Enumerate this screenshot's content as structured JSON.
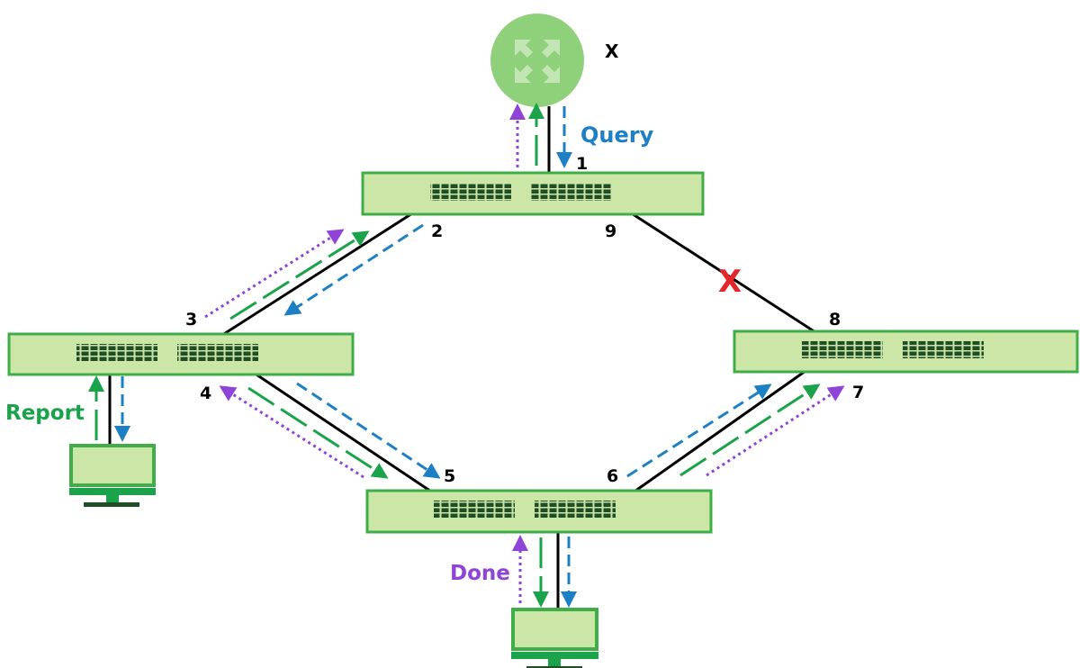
{
  "router": {
    "name": "X"
  },
  "ports": {
    "p1": "1",
    "p2": "2",
    "p3": "3",
    "p4": "4",
    "p5": "5",
    "p6": "6",
    "p7": "7",
    "p8": "8",
    "p9": "9"
  },
  "messages": {
    "query": "Query",
    "report": "Report",
    "done": "Done"
  },
  "link_failure_mark": "X",
  "colors": {
    "device_fill": "#cce6a8",
    "device_stroke": "#3fae49",
    "port": "#1f4d25",
    "router": "#8fd17a",
    "query": "#1d7fc4",
    "report": "#1aa34a",
    "done": "#8e44d6",
    "failure": "#e3262a",
    "link": "#000000"
  }
}
